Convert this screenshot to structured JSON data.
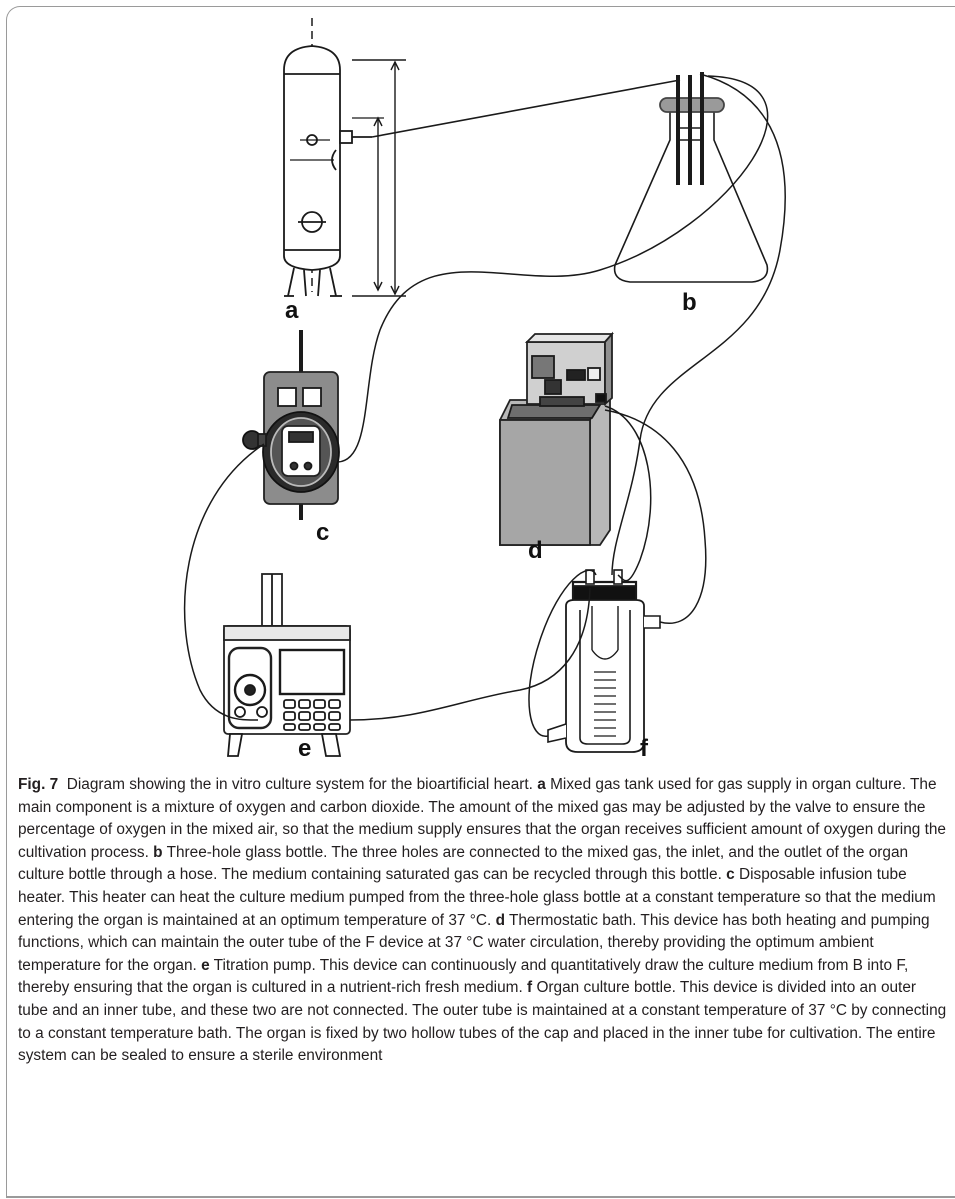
{
  "figure": {
    "panel_labels": {
      "a": "a",
      "b": "b",
      "c": "c",
      "d": "d",
      "e": "e",
      "f": "f"
    }
  },
  "caption": {
    "figure_label": "Fig. 7",
    "intro": "Diagram showing the in vitro culture system for the bioartificial heart.",
    "items": [
      {
        "key": "a",
        "text": "Mixed gas tank used for gas supply in organ culture. The main component is a mixture of oxygen and carbon dioxide. The amount of the mixed gas may be adjusted by the valve to ensure the percentage of oxygen in the mixed air, so that the medium supply ensures that the organ receives sufficient amount of oxygen during the cultivation process."
      },
      {
        "key": "b",
        "text": "Three-hole glass bottle. The three holes are connected to the mixed gas, the inlet, and the outlet of the organ culture bottle through a hose. The medium containing saturated gas can be recycled through this bottle."
      },
      {
        "key": "c",
        "text": "Disposable infusion tube heater. This heater can heat the culture medium pumped from the three-hole glass bottle at a constant temperature so that the medium entering the organ is maintained at an optimum temperature of 37 °C."
      },
      {
        "key": "d",
        "text": "Thermostatic bath. This device has both heating and pumping functions, which can maintain the outer tube of the F device at 37 °C water circulation, thereby providing the optimum ambient temperature for the organ."
      },
      {
        "key": "e",
        "text": "Titration pump. This device can continuously and quantitatively draw the culture medium from B into F, thereby ensuring that the organ is cultured in a nutrient-rich fresh medium."
      },
      {
        "key": "f",
        "text": "Organ culture bottle. This device is divided into an outer tube and an inner tube, and these two are not connected. The outer tube is maintained at a constant temperature of 37 °C by connecting to a constant temperature bath. The organ is fixed by two hollow tubes of the cap and placed in the inner tube for cultivation. The entire system can be sealed to ensure a sterile environment"
      }
    ]
  }
}
